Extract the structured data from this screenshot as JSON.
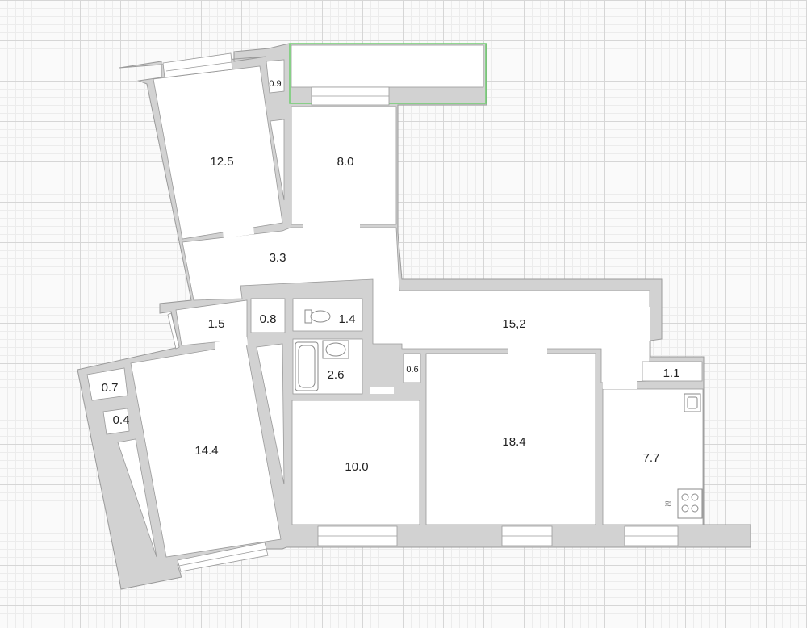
{
  "colors": {
    "wall": "#d2d2d2",
    "wall_edge": "#9a9a9a",
    "floor": "#ffffff",
    "balcony_edge": "#6fce6f"
  },
  "rooms": {
    "room_12_5": "12.5",
    "closet_0_9": "0.9",
    "room_8_0": "8.0",
    "hall_3_3": "3.3",
    "hall_1_5": "1.5",
    "closet_0_8": "0.8",
    "wc_1_4": "1.4",
    "corridor_15_2": "15,2",
    "closet_0_6": "0.6",
    "room_1_1": "1.1",
    "bath_2_6": "2.6",
    "closet_0_7": "0.7",
    "closet_0_4": "0.4",
    "room_14_4": "14.4",
    "room_10_0": "10.0",
    "room_18_4": "18.4",
    "kitchen_7_7": "7.7"
  }
}
